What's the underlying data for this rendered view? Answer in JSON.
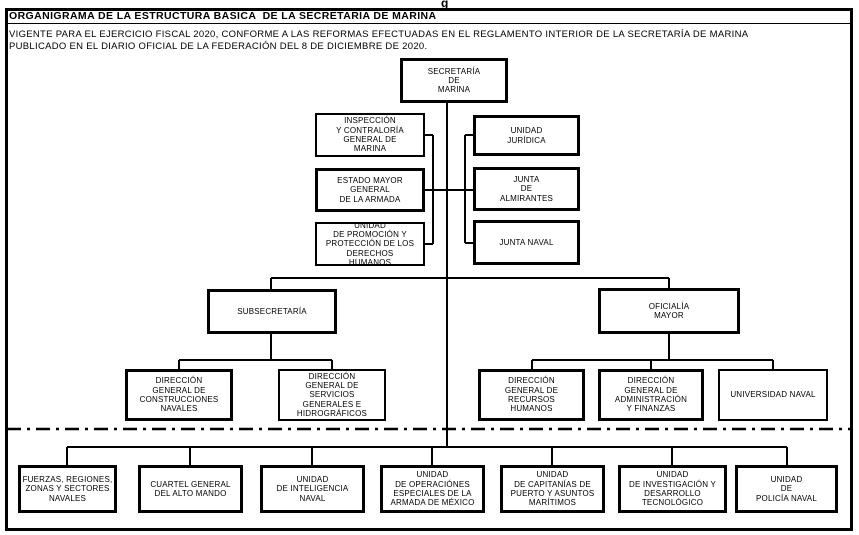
{
  "artifact_text": "g",
  "header": {
    "title": "ORGANIGRAMA DE LA ESTRUCTURA BÁSICA  DE LA SECRETARÍA DE MARINA",
    "subtitle": "VIGENTE PARA EL EJERCICIO FISCAL 2020, CONFORME A LAS REFORMAS EFECTUADAS EN EL REGLAMENTO INTERIOR DE LA SECRETARÍA DE MARINA\nPUBLICADO EN EL DIARIO OFICIAL DE LA FEDERACIÓN DEL 8 DE DICIEMBRE DE 2020."
  },
  "styles": {
    "line_color": "#000000",
    "background": "#ffffff",
    "text_color": "#000000"
  },
  "nodes": {
    "secretaria": "SECRETARÍA\nDE\nMARINA",
    "inspeccion": "INSPECCIÓN\nY CONTRALORÍA\nGENERAL DE\nMARINA",
    "estado_mayor": "ESTADO MAYOR\nGENERAL\nDE LA ARMADA",
    "promocion": "UNIDAD\nDE PROMOCIÓN Y\nPROTECCIÓN DE LOS\nDERECHOS\nHUMANOS",
    "juridica": "UNIDAD\nJURÍDICA",
    "junta_almirantes": "JUNTA\nDE\nALMIRANTES",
    "junta_naval": "JUNTA NAVAL",
    "subsecretaria": "SUBSECRETARÍA",
    "oficialia_mayor": "OFICIALÍA\nMAYOR",
    "construcciones": "DIRECCIÓN\nGENERAL DE\nCONSTRUCCIONES\nNAVALES",
    "servicios": "DIRECCIÓN\nGENERAL DE\nSERVICIOS\nGENERALES E\nHIDROGRÁFICOS",
    "recursos_humanos": "DIRECCIÓN\nGENERAL DE\nRECURSOS\nHUMANOS",
    "administracion_finanzas": "DIRECCIÓN\nGENERAL DE\nADMINISTRACIÓN\nY FINANZAS",
    "universidad_naval": "UNIVERSIDAD NAVAL",
    "fuerzas": "FUERZAS, REGIONES,\nZONAS Y SECTORES\nNAVALES",
    "cuartel": "CUARTEL GENERAL\nDEL ALTO MANDO",
    "inteligencia": "UNIDAD\nDE INTELIGENCIA\nNAVAL",
    "operaciones": "UNIDAD\nDE OPERACIÓNES\nESPECIALES DE LA\nARMADA DE MÉXICO",
    "capitanias": "UNIDAD\nDE CAPITANÍAS DE\nPUERTO Y ASUNTOS\nMARÍTIMOS",
    "investigacion": "UNIDAD\nDE INVESTIGACIÓN Y\nDESARROLLO\nTECNOLÓGICO",
    "policia": "UNIDAD\nDE\nPOLICÍA NAVAL"
  }
}
